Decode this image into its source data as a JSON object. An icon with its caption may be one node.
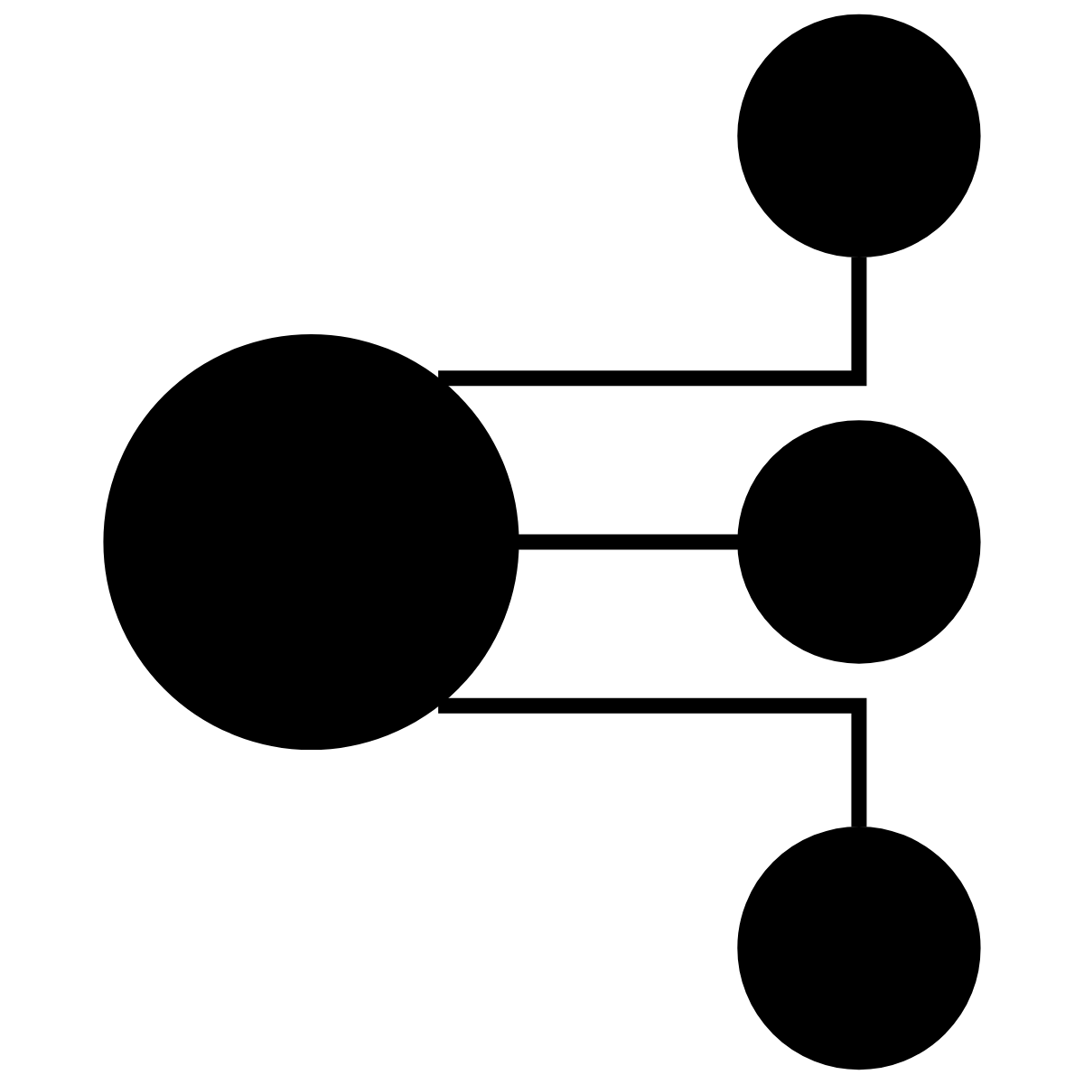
{
  "diagram": {
    "nodes": [
      {
        "text": [],
        "shape": "circle"
      },
      {
        "text": [],
        "shape": "circle"
      },
      {
        "text": [],
        "shape": "circle"
      },
      {
        "text": [],
        "shape": "circle"
      }
    ],
    "edges": [
      {
        "from": 0,
        "to": 1,
        "arrow": "none"
      },
      {
        "from": 0,
        "to": 2,
        "arrow": "none"
      },
      {
        "from": 0,
        "to": 3,
        "arrow": "none"
      }
    ]
  }
}
